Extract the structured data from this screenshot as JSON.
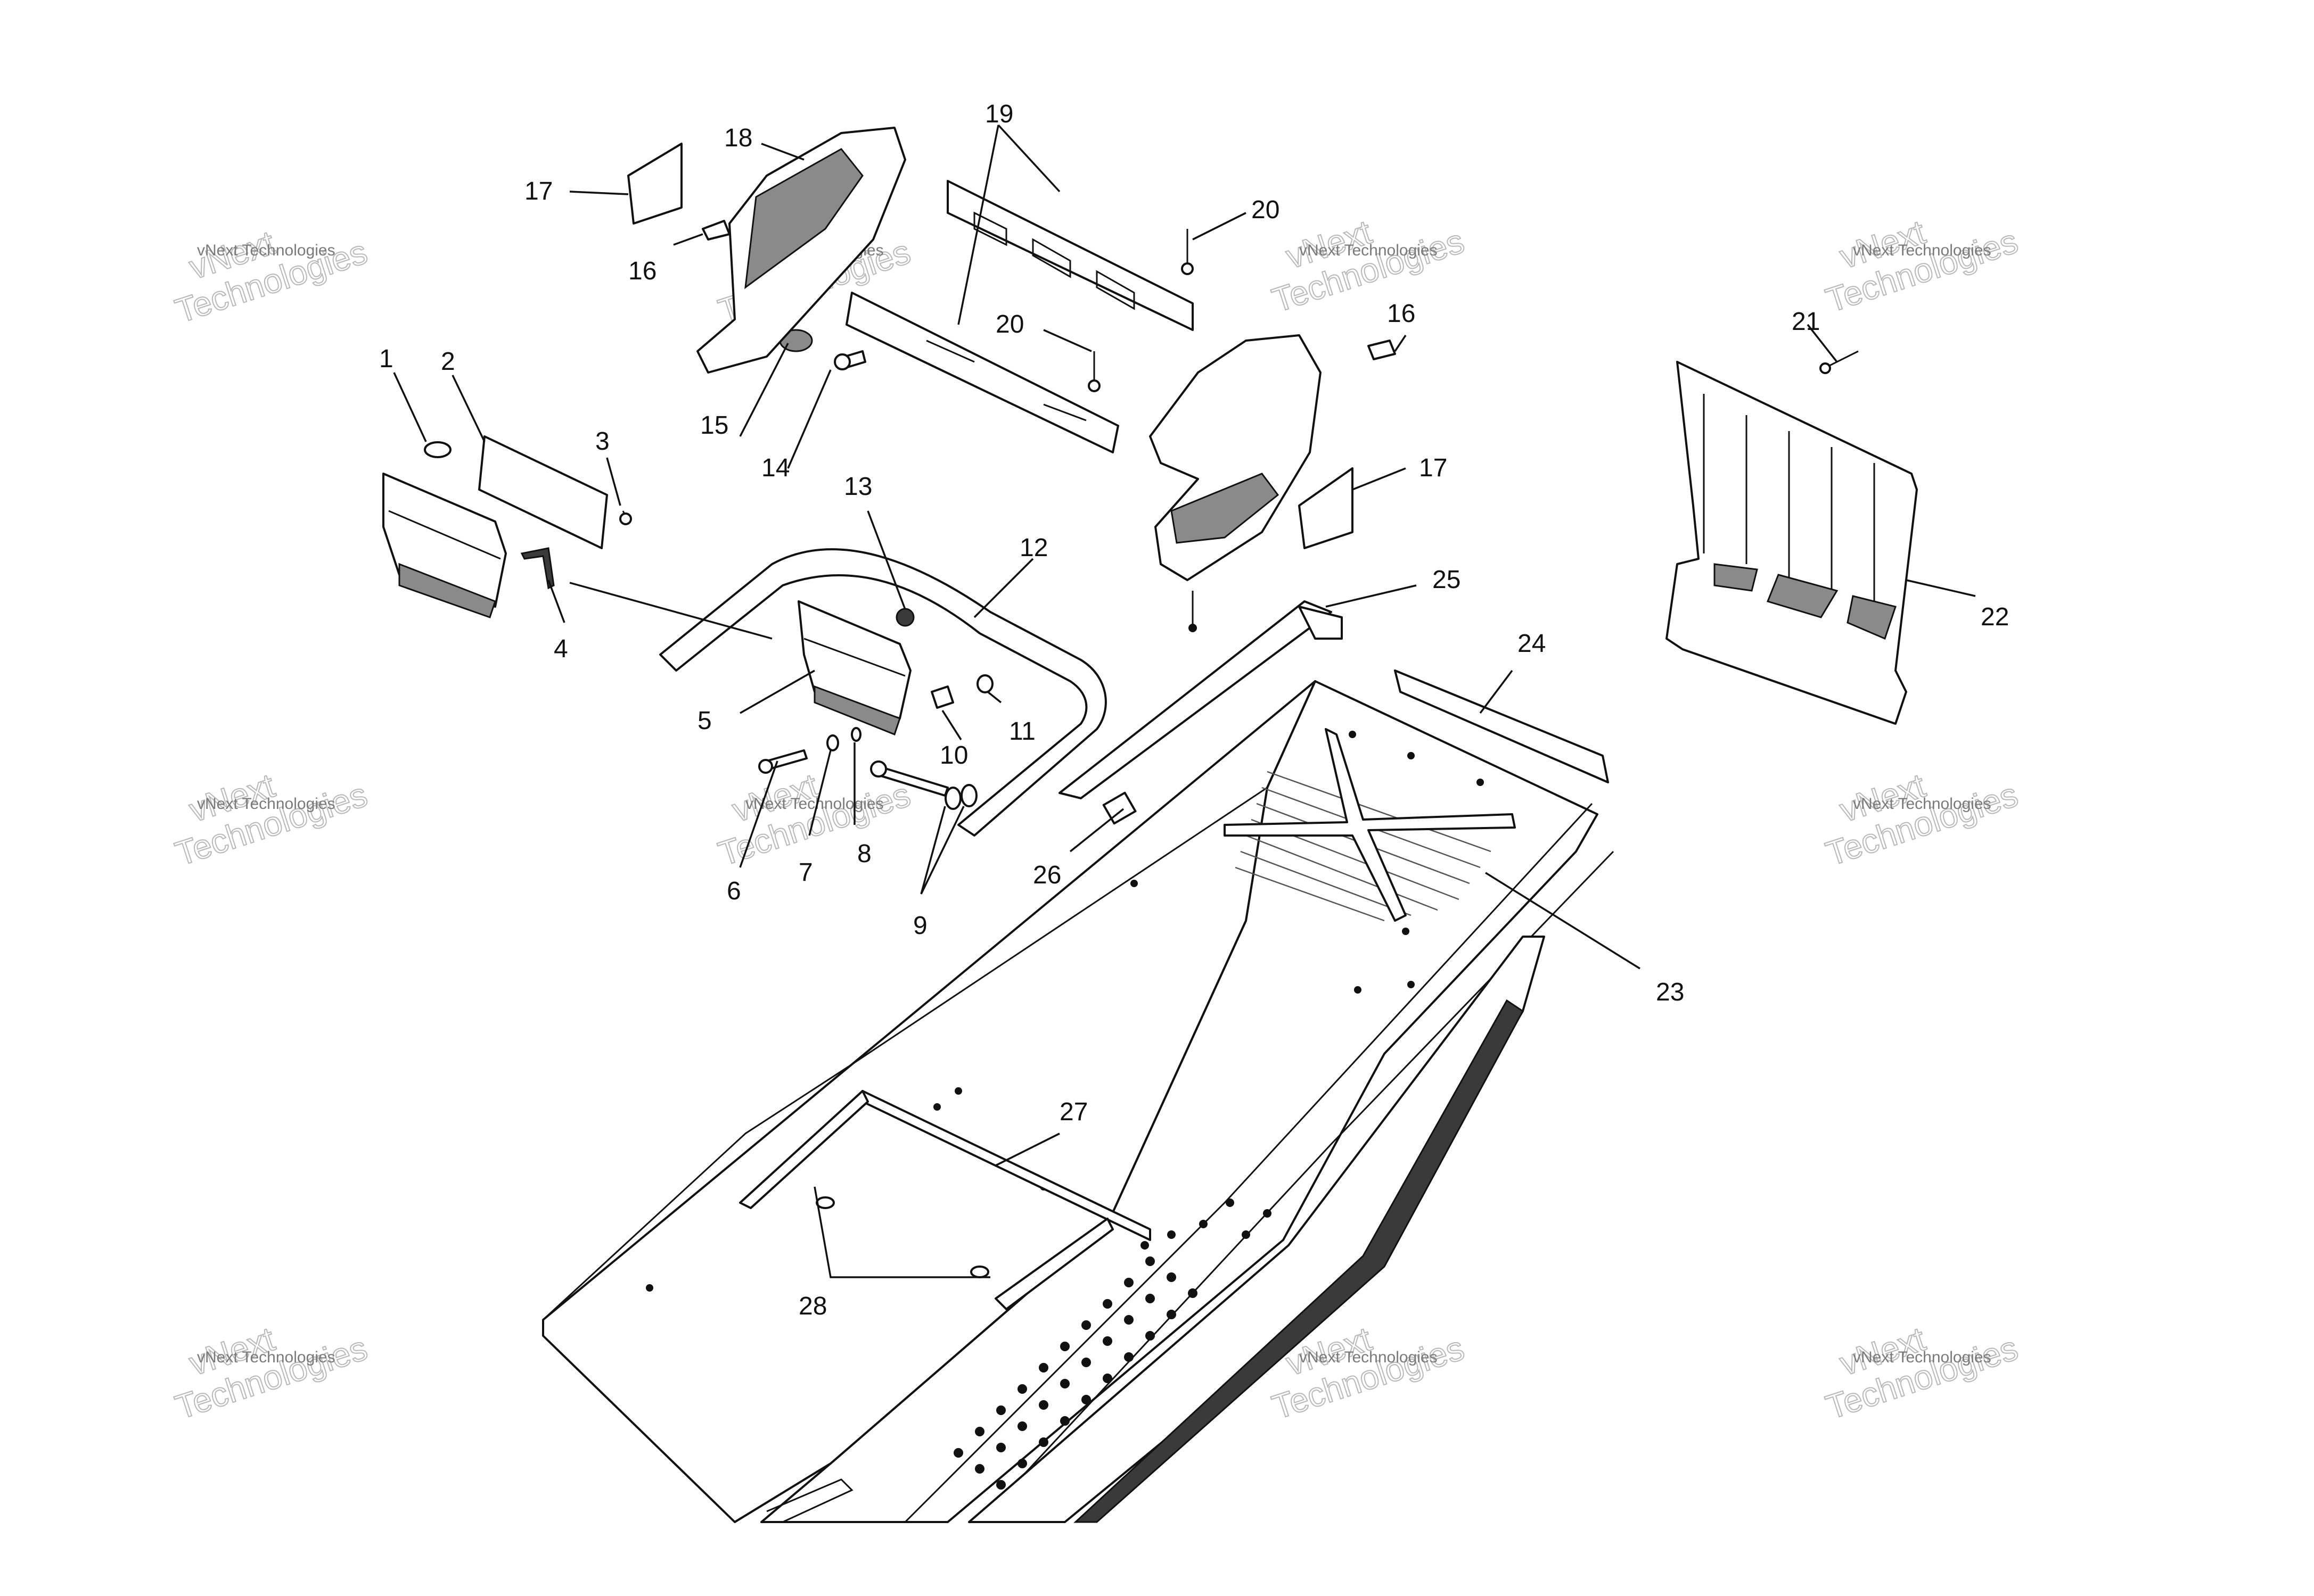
{
  "callouts": {
    "c1": "1",
    "c2": "2",
    "c3": "3",
    "c4": "4",
    "c5": "5",
    "c6": "6",
    "c7": "7",
    "c8": "8",
    "c9": "9",
    "c10": "10",
    "c11": "11",
    "c12": "12",
    "c13": "13",
    "c14": "14",
    "c15": "15",
    "c16a": "16",
    "c16b": "16",
    "c17a": "17",
    "c17b": "17",
    "c18": "18",
    "c19": "19",
    "c20a": "20",
    "c20b": "20",
    "c21": "21",
    "c22": "22",
    "c23": "23",
    "c24": "24",
    "c25": "25",
    "c26": "26",
    "c27": "27",
    "c28": "28"
  },
  "watermark": {
    "line1": "vNext Technologies",
    "line2": "vNext",
    "line3": "Technologies"
  }
}
